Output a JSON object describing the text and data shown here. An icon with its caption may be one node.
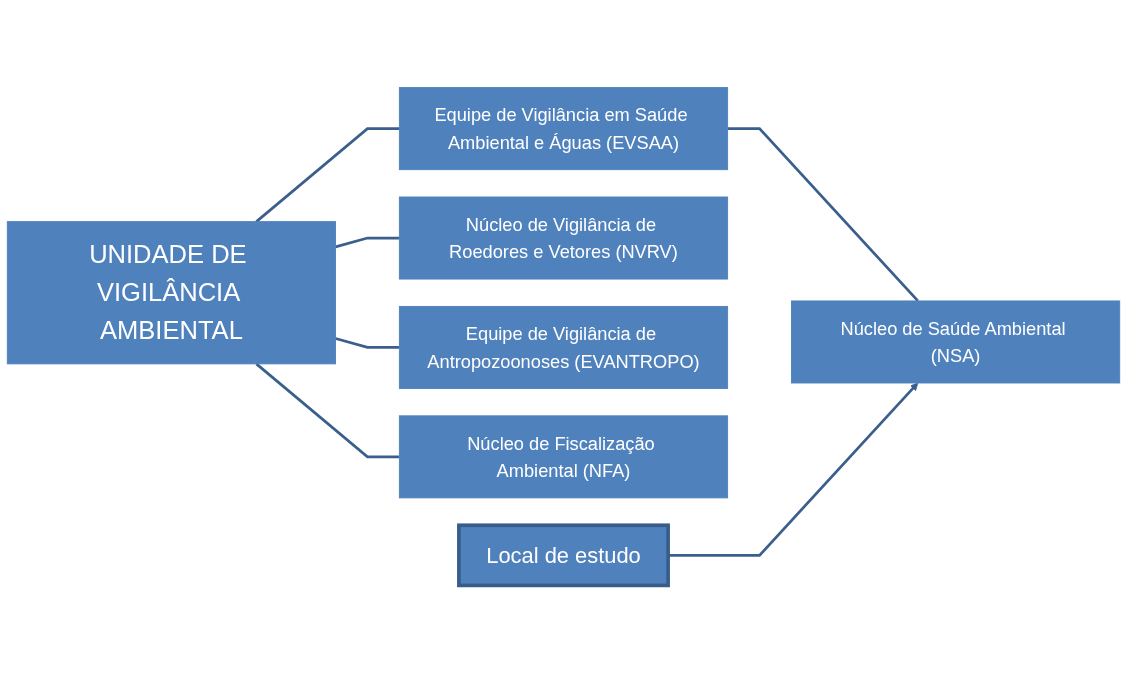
{
  "diagram": {
    "nodes": [
      {
        "text": [
          "UNIDADE DE VIGILÂNCIA AMBIENTAL"
        ]
      },
      {
        "text": [
          "Equipe de Vigilância em Saúde Ambiental e Águas (EVSAA)"
        ]
      },
      {
        "text": [
          "Núcleo de Vigilância de Roedores e Vetores (NVRV)"
        ]
      },
      {
        "text": [
          "Equipe de Vigilância de Antropozoonoses (EVANTROPO)"
        ]
      },
      {
        "text": [
          "Núcleo de Fiscalização Ambiental (NFA)"
        ]
      },
      {
        "text": [
          "Núcleo de Saúde Ambiental (NSA)"
        ]
      },
      {
        "text": [
          "Local de estudo"
        ]
      }
    ],
    "edges": [
      {
        "from": 0,
        "to": 1,
        "arrow": "none"
      },
      {
        "from": 0,
        "to": 2,
        "arrow": "none"
      },
      {
        "from": 0,
        "to": 3,
        "arrow": "none"
      },
      {
        "from": 0,
        "to": 4,
        "arrow": "none"
      },
      {
        "from": 1,
        "to": 5,
        "arrow": "none"
      },
      {
        "from": 6,
        "to": 5,
        "arrow": "to"
      }
    ]
  }
}
